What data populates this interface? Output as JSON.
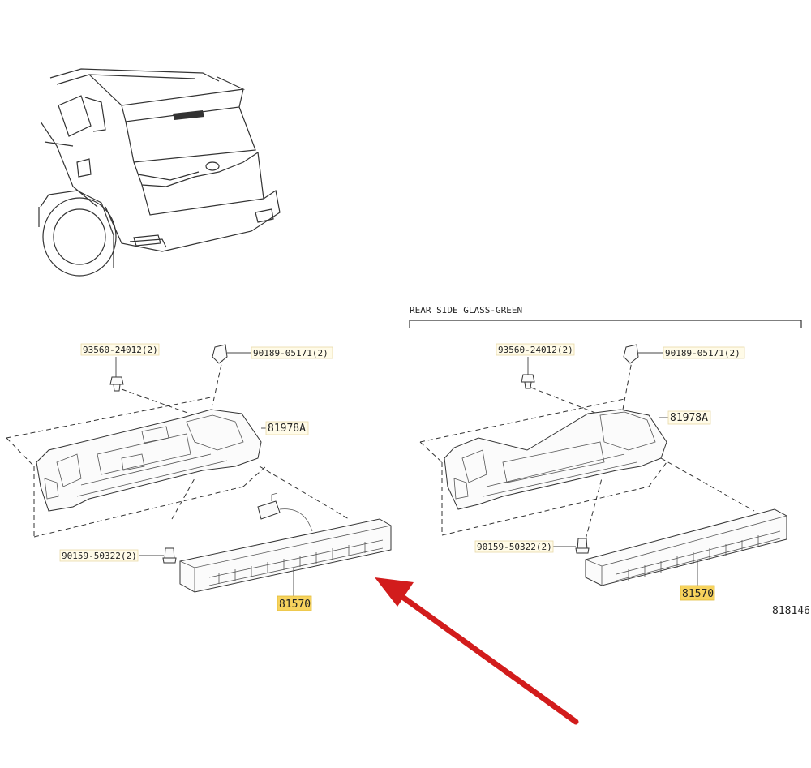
{
  "header": "REAR SIDE GLASS-GREEN",
  "parts": {
    "left": {
      "screw": "93560-24012(2)",
      "clip": "90189-05171(2)",
      "bracket": "81978A",
      "bolt": "90159-50322(2)",
      "lamp": "81570"
    },
    "right": {
      "screw": "93560-24012(2)",
      "clip": "90189-05171(2)",
      "bracket": "81978A",
      "bolt": "90159-50322(2)",
      "lamp": "81570"
    }
  },
  "figure_id": "818146",
  "colors": {
    "highlight": "#f7d35d",
    "arrow": "#d21c1c"
  }
}
